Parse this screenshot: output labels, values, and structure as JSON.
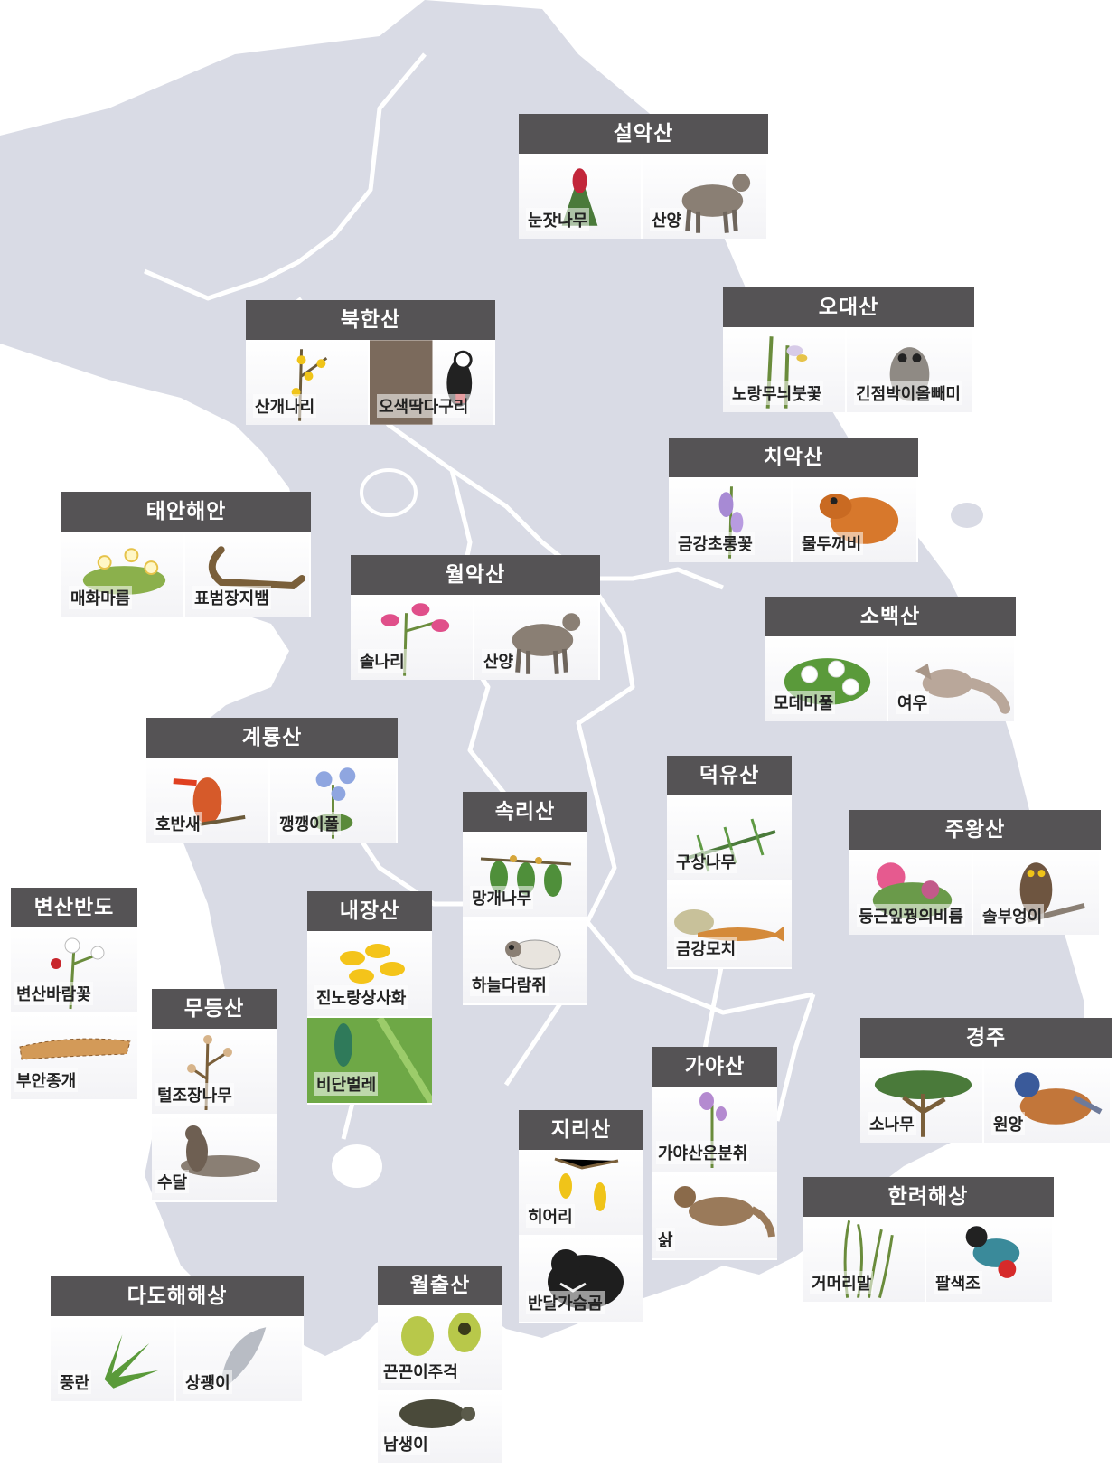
{
  "map": {
    "colors": {
      "land": "#d9dbe5",
      "border": "#ffffff",
      "title_bar": "#555355"
    },
    "parks": [
      {
        "id": "seoraksan",
        "name": "설악산",
        "species": [
          {
            "name": "눈잣나무",
            "icon": "pine-shrub-icon"
          },
          {
            "name": "산양",
            "icon": "goral-icon"
          }
        ]
      },
      {
        "id": "bukhansan",
        "name": "북한산",
        "species": [
          {
            "name": "산개나리",
            "icon": "forsythia-icon"
          },
          {
            "name": "오색딱다구리",
            "icon": "woodpecker-icon"
          }
        ]
      },
      {
        "id": "odaesan",
        "name": "오대산",
        "species": [
          {
            "name": "노랑무늬붓꽃",
            "icon": "iris-icon"
          },
          {
            "name": "긴점박이올빼미",
            "icon": "owl-icon"
          }
        ]
      },
      {
        "id": "chiaksan",
        "name": "치악산",
        "species": [
          {
            "name": "금강초롱꽃",
            "icon": "bellflower-icon"
          },
          {
            "name": "물두꺼비",
            "icon": "toad-icon"
          }
        ]
      },
      {
        "id": "taeanhaean",
        "name": "태안해안",
        "species": [
          {
            "name": "매화마름",
            "icon": "water-crowfoot-icon"
          },
          {
            "name": "표범장지뱀",
            "icon": "lizard-icon"
          }
        ]
      },
      {
        "id": "woraksan",
        "name": "월악산",
        "species": [
          {
            "name": "솔나리",
            "icon": "lily-icon"
          },
          {
            "name": "산양",
            "icon": "goral-icon"
          }
        ]
      },
      {
        "id": "sobaeksan",
        "name": "소백산",
        "species": [
          {
            "name": "모데미풀",
            "icon": "white-flower-icon"
          },
          {
            "name": "여우",
            "icon": "fox-icon"
          }
        ]
      },
      {
        "id": "gyeryongsan",
        "name": "계룡산",
        "species": [
          {
            "name": "호반새",
            "icon": "kingfisher-icon"
          },
          {
            "name": "깽깽이풀",
            "icon": "violet-flower-icon"
          }
        ]
      },
      {
        "id": "deogyusan",
        "name": "덕유산",
        "species": [
          {
            "name": "구상나무",
            "icon": "fir-branch-icon"
          },
          {
            "name": "금강모치",
            "icon": "minnow-icon"
          }
        ]
      },
      {
        "id": "songnisan",
        "name": "속리산",
        "species": [
          {
            "name": "망개나무",
            "icon": "leaf-branch-icon"
          },
          {
            "name": "하늘다람쥐",
            "icon": "flying-squirrel-icon"
          }
        ]
      },
      {
        "id": "juwangsan",
        "name": "주왕산",
        "species": [
          {
            "name": "둥근잎꿩의비름",
            "icon": "pink-flower-icon"
          },
          {
            "name": "솔부엉이",
            "icon": "owl-icon"
          }
        ]
      },
      {
        "id": "byeonsanbando",
        "name": "변산반도",
        "species": [
          {
            "name": "변산바람꽃",
            "icon": "anemone-icon"
          },
          {
            "name": "부안종개",
            "icon": "loach-icon"
          }
        ]
      },
      {
        "id": "naejangsan",
        "name": "내장산",
        "species": [
          {
            "name": "진노랑상사화",
            "icon": "yellow-lily-icon"
          },
          {
            "name": "비단벌레",
            "icon": "beetle-icon"
          }
        ]
      },
      {
        "id": "mudeungsan",
        "name": "무등산",
        "species": [
          {
            "name": "털조장나무",
            "icon": "budding-branch-icon"
          },
          {
            "name": "수달",
            "icon": "otter-icon"
          }
        ]
      },
      {
        "id": "gyeongju",
        "name": "경주",
        "species": [
          {
            "name": "소나무",
            "icon": "pine-tree-icon"
          },
          {
            "name": "원앙",
            "icon": "mandarin-duck-icon"
          }
        ]
      },
      {
        "id": "gayasan",
        "name": "가야산",
        "species": [
          {
            "name": "가야산은분취",
            "icon": "thistle-icon"
          },
          {
            "name": "삵",
            "icon": "wildcat-icon"
          }
        ]
      },
      {
        "id": "jirisan",
        "name": "지리산",
        "species": [
          {
            "name": "히어리",
            "icon": "yellow-raceme-icon"
          },
          {
            "name": "반달가슴곰",
            "icon": "bear-icon"
          }
        ]
      },
      {
        "id": "hallyeohaesang",
        "name": "한려해상",
        "species": [
          {
            "name": "거머리말",
            "icon": "seagrass-icon"
          },
          {
            "name": "팔색조",
            "icon": "pitta-icon"
          }
        ]
      },
      {
        "id": "dadohaehaesang",
        "name": "다도해해상",
        "species": [
          {
            "name": "풍란",
            "icon": "orchid-icon"
          },
          {
            "name": "상괭이",
            "icon": "porpoise-icon"
          }
        ]
      },
      {
        "id": "wolchulsan",
        "name": "월출산",
        "species": [
          {
            "name": "끈끈이주걱",
            "icon": "sundew-icon"
          },
          {
            "name": "남생이",
            "icon": "turtle-icon"
          }
        ]
      }
    ]
  }
}
